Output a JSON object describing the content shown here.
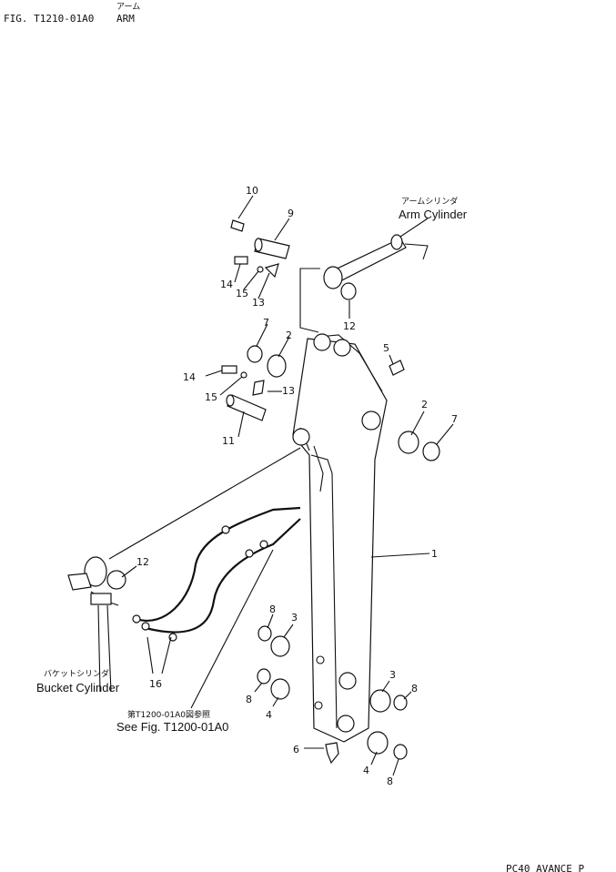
{
  "header": {
    "figure_id": "FIG. T1210-01A0",
    "title_jp": "アーム",
    "title_en": "ARM"
  },
  "callouts": {
    "arm_cylinder_jp": "アームシリンダ",
    "arm_cylinder_en": "Arm Cylinder",
    "bucket_cylinder_jp": "バケットシリンダ",
    "bucket_cylinder_en": "Bucket Cylinder",
    "see_fig_jp": "第T1200-01A0図参照",
    "see_fig_en": "See Fig. T1200-01A0"
  },
  "part_numbers": {
    "p1": "1",
    "p2a": "2",
    "p2b": "2",
    "p3a": "3",
    "p3b": "3",
    "p4a": "4",
    "p4b": "4",
    "p5": "5",
    "p6": "6",
    "p7a": "7",
    "p7b": "7",
    "p8a": "8",
    "p8b": "8",
    "p8c": "8",
    "p8d": "8",
    "p9": "9",
    "p10": "10",
    "p11": "11",
    "p12a": "12",
    "p12b": "12",
    "p13a": "13",
    "p13b": "13",
    "p14a": "14",
    "p14b": "14",
    "p15a": "15",
    "p15b": "15",
    "p16": "16"
  },
  "footer": {
    "model_text": "PC40 AVANCE P"
  }
}
